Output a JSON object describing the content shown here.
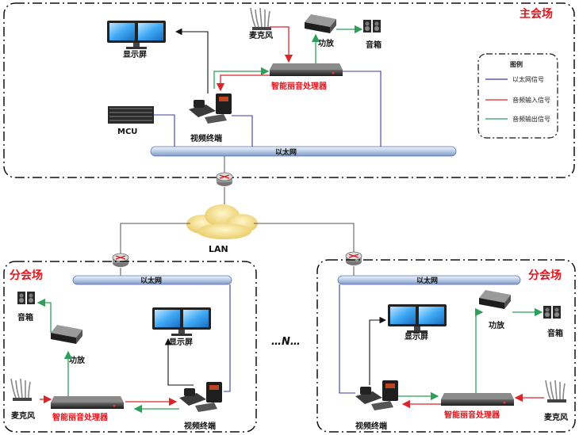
{
  "main_site": {
    "title": "主会场",
    "display": "显示屏",
    "mic": "麦克风",
    "amp": "功放",
    "speaker": "音箱",
    "processor": "智能丽音处理器",
    "mcu": "MCU",
    "terminal": "视频终端",
    "ethernet": "以太网"
  },
  "legend": {
    "title": "图例",
    "items": [
      {
        "label": "以太网信号",
        "color": "#3b3ba8"
      },
      {
        "label": "音频输入信号",
        "color": "#d9262b"
      },
      {
        "label": "音频输出信号",
        "color": "#2e9e5a"
      }
    ]
  },
  "lan": {
    "label": "LAN"
  },
  "ellipsis": "…N…",
  "branch_left": {
    "title": "分会场",
    "ethernet": "以太网",
    "speaker": "音箱",
    "amp": "功放",
    "display": "显示屏",
    "mic": "麦克风",
    "processor": "智能丽音处理器",
    "terminal": "视频终端"
  },
  "branch_right": {
    "title": "分会场",
    "ethernet": "以太网",
    "display": "显示屏",
    "amp": "功放",
    "speaker": "音箱",
    "processor": "智能丽音处理器",
    "mic": "麦克风",
    "terminal": "视频终端"
  }
}
